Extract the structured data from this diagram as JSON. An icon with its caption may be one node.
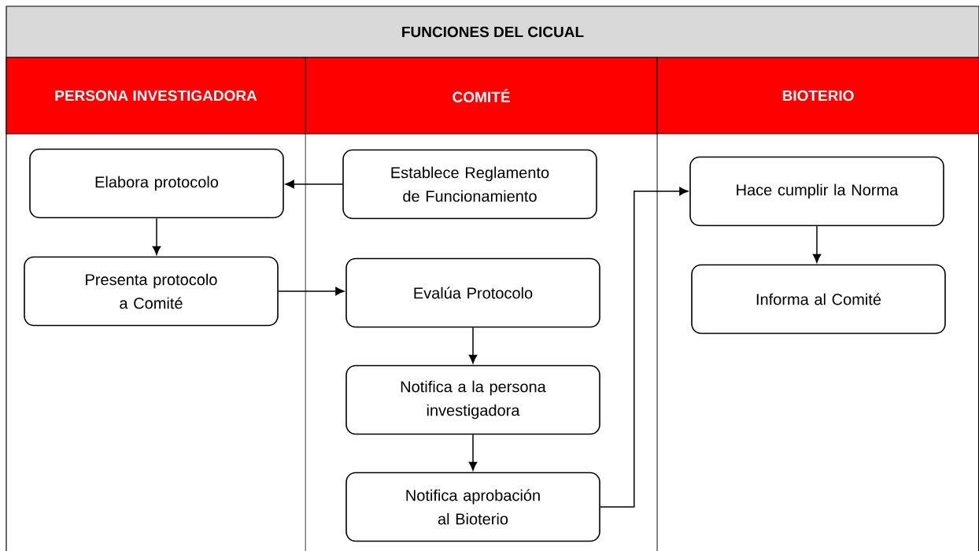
{
  "diagram": {
    "title": "FUNCIONES DEL CICUAL",
    "nodes": [
      {
        "text": [
          "PERSONA INVESTIGADORA"
        ]
      },
      {
        "text": [
          "COMITÉ"
        ]
      },
      {
        "text": [
          "BIOTERIO"
        ]
      },
      {
        "text": [
          "Elabora protocolo"
        ]
      },
      {
        "text": [
          "Establece Reglamento de Funcionamiento"
        ]
      },
      {
        "text": [
          "Hace cumplir la Norma"
        ]
      },
      {
        "text": [
          "Presenta protocolo a Comité"
        ]
      },
      {
        "text": [
          "Evalúa Protocolo"
        ]
      },
      {
        "text": [
          "Informa al Comité"
        ]
      },
      {
        "text": [
          "Notifica a la persona investigadora"
        ]
      },
      {
        "text": [
          "Notifica aprobación al Bioterio"
        ]
      }
    ],
    "edges": [
      {
        "from": 4,
        "to": 3,
        "arrow": "to"
      },
      {
        "from": 3,
        "to": 6,
        "arrow": "to"
      },
      {
        "from": 6,
        "to": 7,
        "arrow": "to"
      },
      {
        "from": 7,
        "to": 9,
        "arrow": "to"
      },
      {
        "from": 9,
        "to": 10,
        "arrow": "to"
      },
      {
        "from": 10,
        "to": 5,
        "arrow": "to"
      },
      {
        "from": 5,
        "to": 8,
        "arrow": "to"
      }
    ]
  }
}
